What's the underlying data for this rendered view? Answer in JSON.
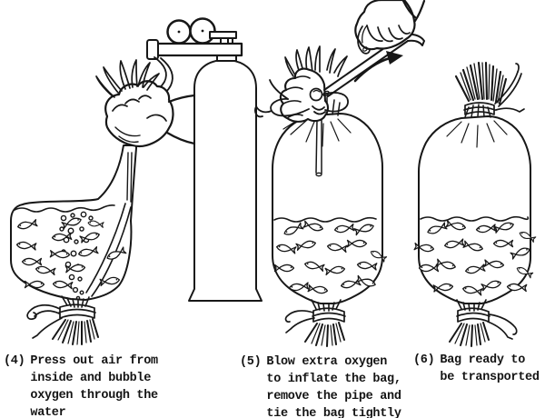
{
  "figure": {
    "background": "#ffffff",
    "ink": "#171717",
    "illustrations": [
      "bag-squeezed-oxygen-bubbling-icon",
      "oxygen-cylinder-with-gauges-icon",
      "bag-inflated-pipe-removed-icon",
      "bag-tied-ready-transport-icon"
    ]
  },
  "captions": [
    {
      "number": "(4)",
      "lines": [
        "Press out air from",
        "inside and bubble",
        "oxygen through the",
        "water"
      ]
    },
    {
      "number": "(5)",
      "lines": [
        "Blow extra oxygen",
        "to inflate the bag,",
        "remove the pipe and",
        "tie the bag tightly"
      ]
    },
    {
      "number": "(6)",
      "lines": [
        "Bag ready to",
        "be transported"
      ]
    }
  ]
}
